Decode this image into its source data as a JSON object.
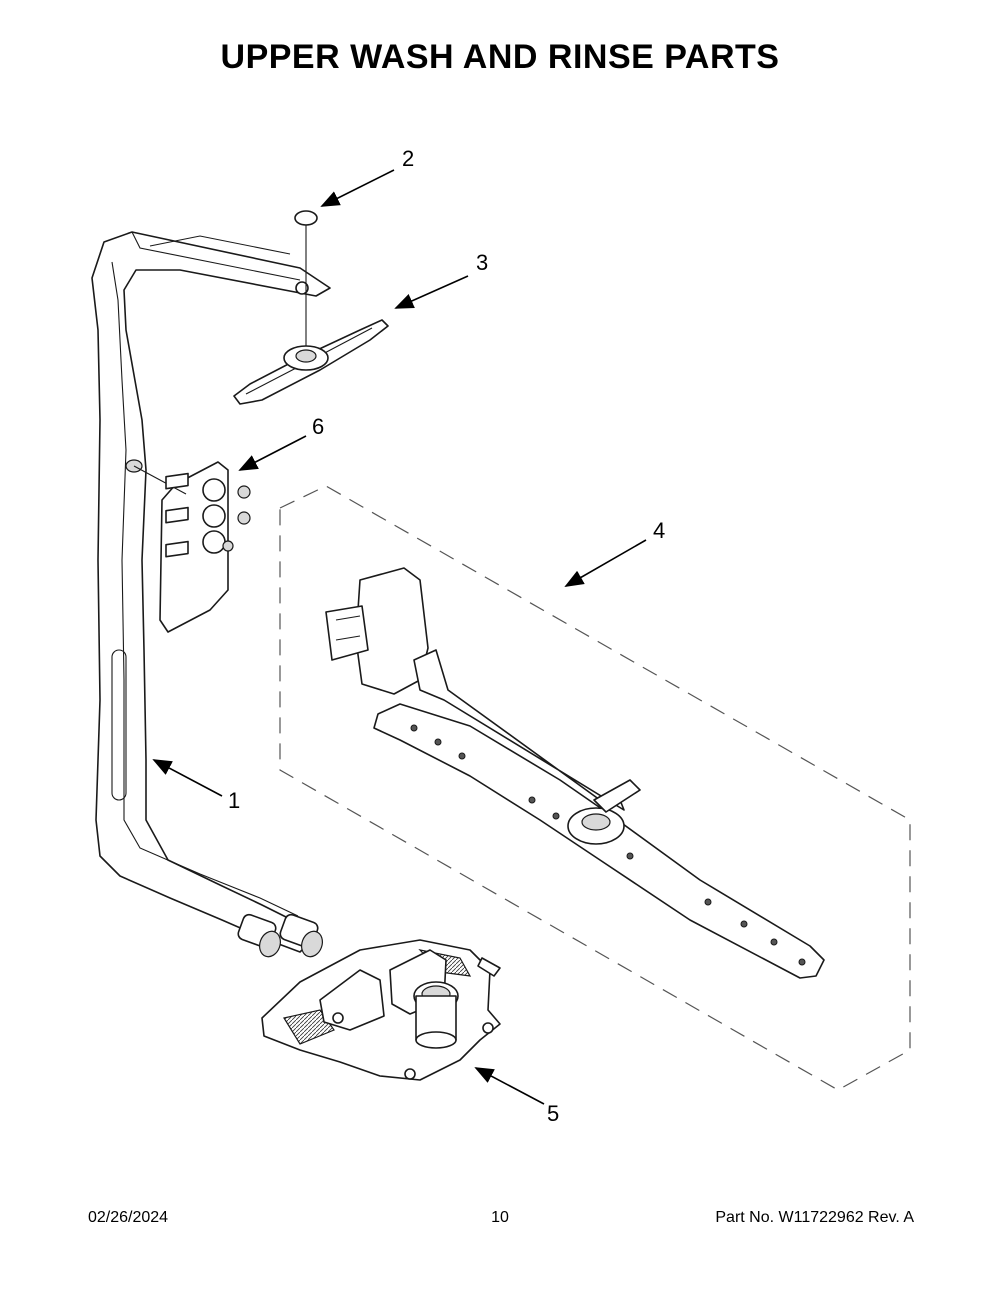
{
  "title": "UPPER WASH AND RINSE PARTS",
  "callouts": [
    "1",
    "2",
    "3",
    "4",
    "5",
    "6"
  ],
  "footer": {
    "date": "02/26/2024",
    "page": "10",
    "part_no": "Part No.  W11722962  Rev.  A"
  }
}
